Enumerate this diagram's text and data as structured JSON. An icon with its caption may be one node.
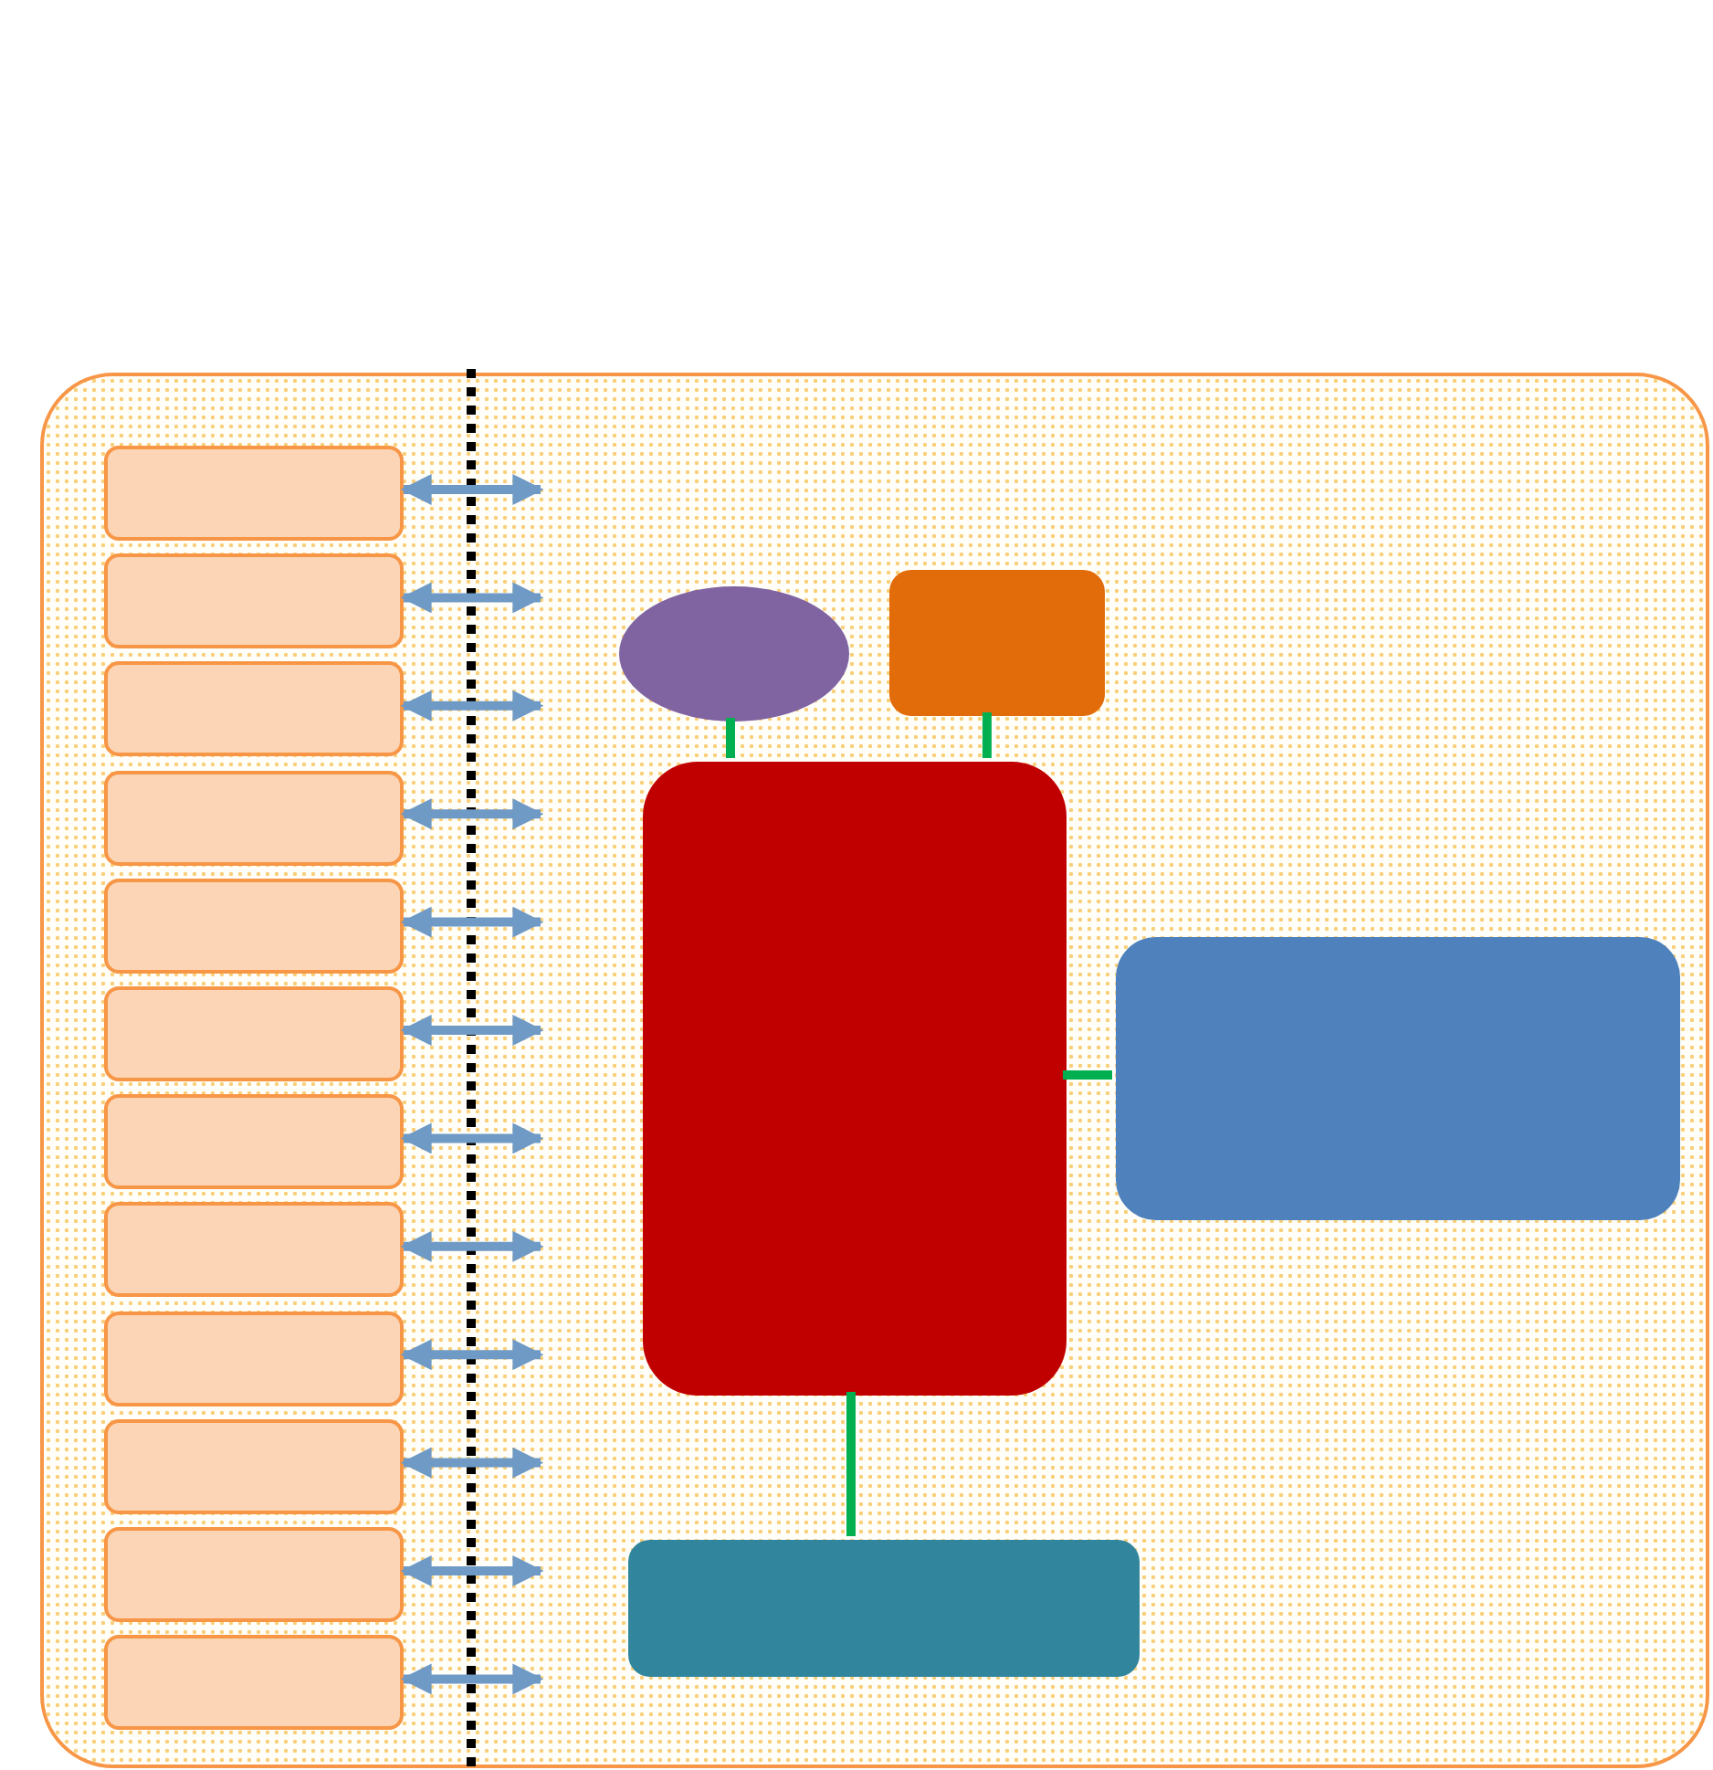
{
  "diagram": {
    "nodes": [
      {
        "text": [],
        "shape": "box"
      },
      {
        "text": [],
        "shape": "box",
        "in": 0
      },
      {
        "text": [],
        "shape": "box",
        "in": 0
      },
      {
        "text": [],
        "shape": "box",
        "in": 0
      },
      {
        "text": [],
        "shape": "box",
        "in": 0
      },
      {
        "text": [],
        "shape": "box",
        "in": 0
      },
      {
        "text": [],
        "shape": "box",
        "in": 0
      },
      {
        "text": [],
        "shape": "box",
        "in": 0
      },
      {
        "text": [],
        "shape": "box",
        "in": 0
      },
      {
        "text": [],
        "shape": "box",
        "in": 0
      },
      {
        "text": [],
        "shape": "box",
        "in": 0
      },
      {
        "text": [],
        "shape": "box",
        "in": 0
      },
      {
        "text": [],
        "shape": "box",
        "in": 0
      },
      {
        "text": [],
        "shape": "ellipse",
        "in": 0
      },
      {
        "text": [],
        "shape": "box",
        "in": 0
      },
      {
        "text": [],
        "shape": "box",
        "in": 0
      },
      {
        "text": [],
        "shape": "box",
        "in": 0
      },
      {
        "text": [],
        "shape": "box",
        "in": 0
      }
    ],
    "edges": [
      {
        "from": 1,
        "to": null,
        "arrow": "both"
      },
      {
        "from": 2,
        "to": null,
        "arrow": "both"
      },
      {
        "from": 3,
        "to": null,
        "arrow": "both"
      },
      {
        "from": 4,
        "to": null,
        "arrow": "both"
      },
      {
        "from": 5,
        "to": null,
        "arrow": "both"
      },
      {
        "from": 6,
        "to": null,
        "arrow": "both"
      },
      {
        "from": 7,
        "to": null,
        "arrow": "both"
      },
      {
        "from": 8,
        "to": null,
        "arrow": "both"
      },
      {
        "from": 9,
        "to": null,
        "arrow": "both"
      },
      {
        "from": 10,
        "to": null,
        "arrow": "both"
      },
      {
        "from": 11,
        "to": null,
        "arrow": "both"
      },
      {
        "from": 12,
        "to": null,
        "arrow": "both"
      },
      {
        "from": 13,
        "to": 15,
        "arrow": "none",
        "color": "#00b050"
      },
      {
        "from": 14,
        "to": 15,
        "arrow": "none",
        "color": "#00b050"
      },
      {
        "from": 15,
        "to": 16,
        "arrow": "none",
        "color": "#00b050"
      },
      {
        "from": 15,
        "to": 17,
        "arrow": "none",
        "color": "#00b050"
      }
    ]
  }
}
